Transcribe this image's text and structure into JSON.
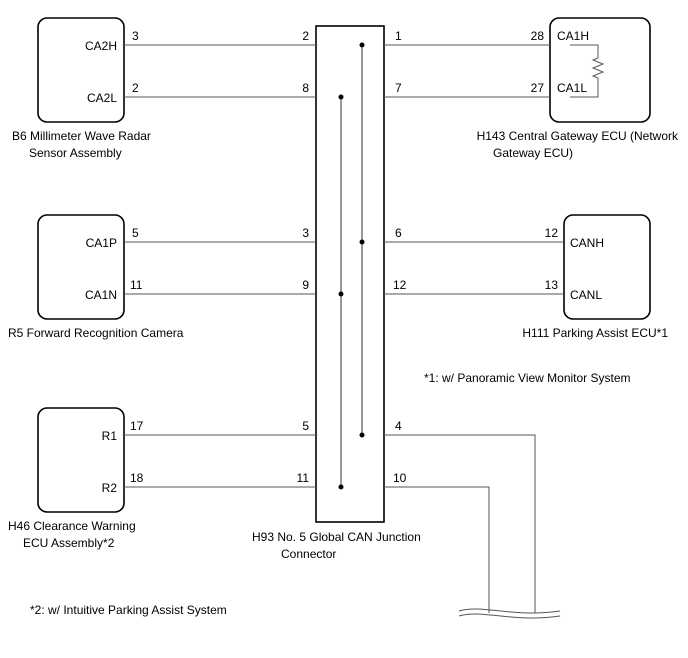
{
  "components": {
    "b6": {
      "pin_top": "CA2H",
      "pin_bottom": "CA2L",
      "label_1": "B6  Millimeter Wave Radar",
      "label_2": "Sensor Assembly"
    },
    "r5": {
      "pin_top": "CA1P",
      "pin_bottom": "CA1N",
      "label_1": "R5  Forward Recognition Camera"
    },
    "h46": {
      "pin_top": "R1",
      "pin_bottom": "R2",
      "label_1": "H46  Clearance Warning",
      "label_2": "ECU Assembly*2"
    },
    "h93": {
      "label_1": "H93  No. 5 Global CAN Junction",
      "label_2": "Connector"
    },
    "h143": {
      "pin_top": "CA1H",
      "pin_bottom": "CA1L",
      "label_1": "H143  Central Gateway ECU (Network",
      "label_2": "Gateway ECU)"
    },
    "h111": {
      "pin_top": "CANH",
      "pin_bottom": "CANL",
      "label_1": "H111   Parking Assist ECU*1"
    }
  },
  "pins": {
    "b6_top": "3",
    "b6_bottom": "2",
    "j_left_1": "2",
    "j_left_2": "8",
    "j_right_1": "1",
    "j_right_2": "7",
    "h143_top": "28",
    "h143_bottom": "27",
    "r5_top": "5",
    "r5_bottom": "11",
    "j_left_3": "3",
    "j_left_4": "9",
    "j_right_3": "6",
    "j_right_4": "12",
    "h111_top": "12",
    "h111_bottom": "13",
    "h46_top": "17",
    "h46_bottom": "18",
    "j_left_5": "5",
    "j_left_6": "11",
    "j_right_5": "4",
    "j_right_6": "10"
  },
  "notes": {
    "note1": "*1: w/ Panoramic View Monitor System",
    "note2": "*2: w/ Intuitive Parking Assist System"
  }
}
